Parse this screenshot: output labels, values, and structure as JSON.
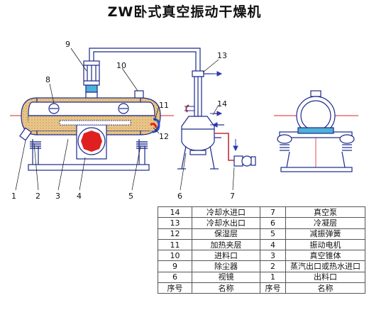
{
  "title": "ZW卧式真空振动干燥机",
  "callouts": [
    "1",
    "2",
    "3",
    "4",
    "5",
    "6",
    "7",
    "8",
    "9",
    "10",
    "11",
    "12",
    "13",
    "14"
  ],
  "colors": {
    "line": "#1c2a8c",
    "insulation": "#ecc98a",
    "motor": "#e02020",
    "pipe_red": "#c0303a",
    "arrow": "#2a3ab0",
    "axis": "#e02020"
  },
  "table": {
    "header": [
      "序号",
      "名称",
      "序号",
      "名称"
    ],
    "rows": [
      [
        "14",
        "冷却水进口",
        "7",
        "真空泵"
      ],
      [
        "13",
        "冷却水出口",
        "6",
        "冷凝层"
      ],
      [
        "12",
        "保湿层",
        "5",
        "减振弹簧"
      ],
      [
        "11",
        "加热夹层",
        "4",
        "振动电机"
      ],
      [
        "10",
        "进料口",
        "3",
        "真空锥体"
      ],
      [
        "9",
        "除尘器",
        "2",
        "蒸汽出口或热水进口"
      ],
      [
        "6",
        "视镜",
        "1",
        "出料口"
      ]
    ]
  }
}
